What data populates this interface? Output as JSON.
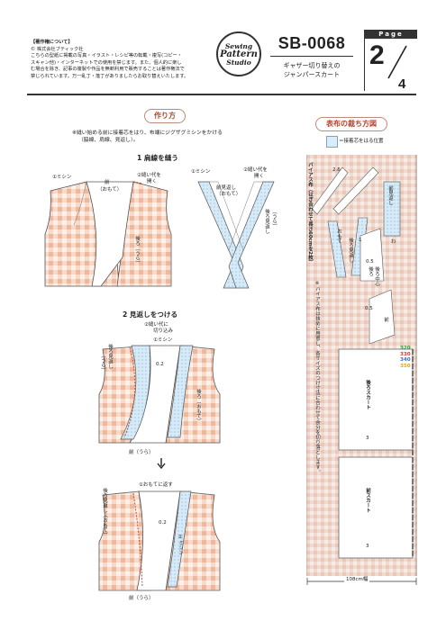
{
  "copyright": {
    "heading": "【著作権について】",
    "owner": "© 株式会社ブティック社",
    "lines": [
      "こちらの型紙に掲載の写真・イラスト・レシピ等の転載・複写(コピー・",
      "スキャン他)・インターネットでの使用を禁じます。また、個人的に楽し",
      "む場合を除き、記事の複製や作品を無断利用で販売することは著作権法で",
      "禁じられています。万一乱丁・落丁がありましたらお取り替えいたします。"
    ]
  },
  "logo": {
    "line1": "Sewing",
    "line2": "Pattern",
    "line3": "Studio"
  },
  "pattern": {
    "code": "SB-0068",
    "subtitle_line1": "ギャザー切り替えの",
    "subtitle_line2": "ジャンパースカート"
  },
  "page": {
    "label": "Page",
    "current": "2",
    "total": "4"
  },
  "howto": {
    "title": "作り方",
    "note_line1": "※縫い始める前に接着芯をはり、布端にジグザグミシンをかける",
    "note_line2": "（脇線、肩線、見返し）。",
    "step1": {
      "title": "1 肩線を縫う",
      "left": {
        "sew": "①ミシン",
        "front": "前",
        "front_side": "（おもて）",
        "press": "②縫い代を",
        "press2": "開く",
        "back": "後ろ（うら）"
      },
      "right": {
        "sew": "①ミシン",
        "facing": "前見返し",
        "facing_side": "（おもて）",
        "press": "②縫い代を",
        "press2": "開く",
        "back_facing": "後ろ見返し",
        "back_facing_side": "（うら）"
      }
    },
    "step2": {
      "title": "2 見返しをつける",
      "top": {
        "clip": "②縫い代に",
        "clip2": "切り込み",
        "sew": "①ミシン",
        "back_facing": "後ろ見返し",
        "back_facing_side": "（うら）",
        "allowance": "0.2",
        "back": "後ろ（おもて）",
        "front": "前（うら）"
      },
      "bottom": {
        "turn": "①おもてに返す",
        "back_facing": "後ろ見返し（おもて）",
        "allowance": "0.2",
        "sew": "②ミシン",
        "front": "前（うら）"
      }
    }
  },
  "layout": {
    "title": "表布の裁ち方図",
    "legend": "＝接着芯をはる位置",
    "bias_note": "バイアス布（はぎ合わせて長さ60cmを2枚）",
    "vertical_note": "※バイアス布は挟めに用意し、各サイズのつけ寸法に合わせて余分を切り落とします。",
    "fabric_width": "108cm幅",
    "pieces": {
      "bias_len": "2.6",
      "front_facing": "前見返し",
      "back_facing": "後ろ見返し",
      "fold": "おもて",
      "back_bodice": "後ろ",
      "center": "後ろ中心",
      "front_bodice": "前",
      "back_skirt": "後ろスカート",
      "front_skirt": "前スカート",
      "sa1": "1",
      "sa05": "0.5",
      "sa3": "3",
      "wa": "わ"
    },
    "sizes": [
      {
        "label": "320",
        "color": "#3aa040"
      },
      {
        "label": "330",
        "color": "#d83a3a"
      },
      {
        "label": "340",
        "color": "#3a6ad8"
      },
      {
        "label": "350",
        "color": "#e8a21a"
      }
    ]
  },
  "colors": {
    "accent": "#b2432f",
    "gingham": "#f3c9b3",
    "facing_blue": "#cde6f6",
    "panel": "#f4e5df"
  }
}
